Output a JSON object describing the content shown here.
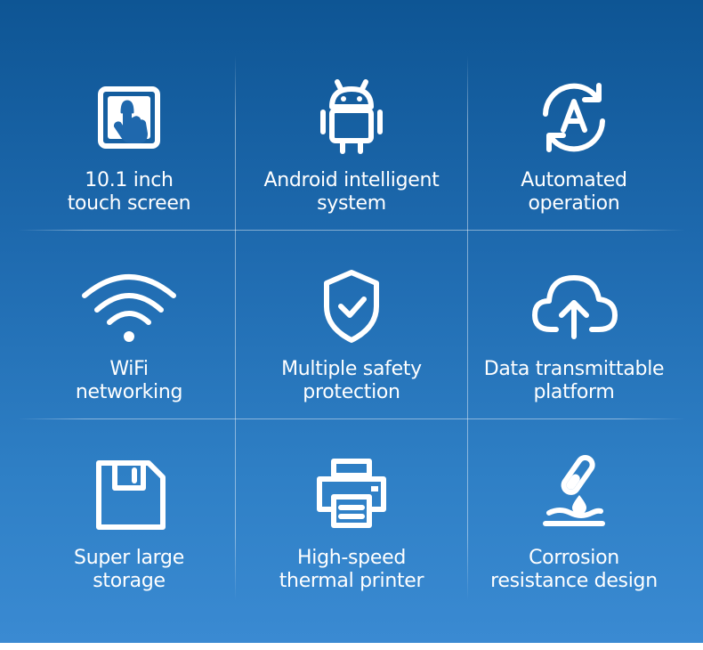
{
  "features": [
    {
      "icon": "touch-screen-icon",
      "line1": "10.1 inch",
      "line2": "touch screen"
    },
    {
      "icon": "android-icon",
      "line1": "Android intelligent",
      "line2": "system"
    },
    {
      "icon": "automation-icon",
      "line1": "Automated",
      "line2": "operation"
    },
    {
      "icon": "wifi-icon",
      "line1": "WiFi",
      "line2": "networking"
    },
    {
      "icon": "shield-check-icon",
      "line1": "Multiple safety",
      "line2": "protection"
    },
    {
      "icon": "cloud-upload-icon",
      "line1": "Data transmittable",
      "line2": "platform"
    },
    {
      "icon": "floppy-disk-icon",
      "line1": "Super large",
      "line2": "storage"
    },
    {
      "icon": "printer-icon",
      "line1": "High-speed",
      "line2": "thermal printer"
    },
    {
      "icon": "corrosion-icon",
      "line1": "Corrosion",
      "line2": "resistance design"
    }
  ],
  "colors": {
    "background_top": "#0e5594",
    "background_bottom": "#3a8ad2",
    "text": "#ffffff"
  }
}
